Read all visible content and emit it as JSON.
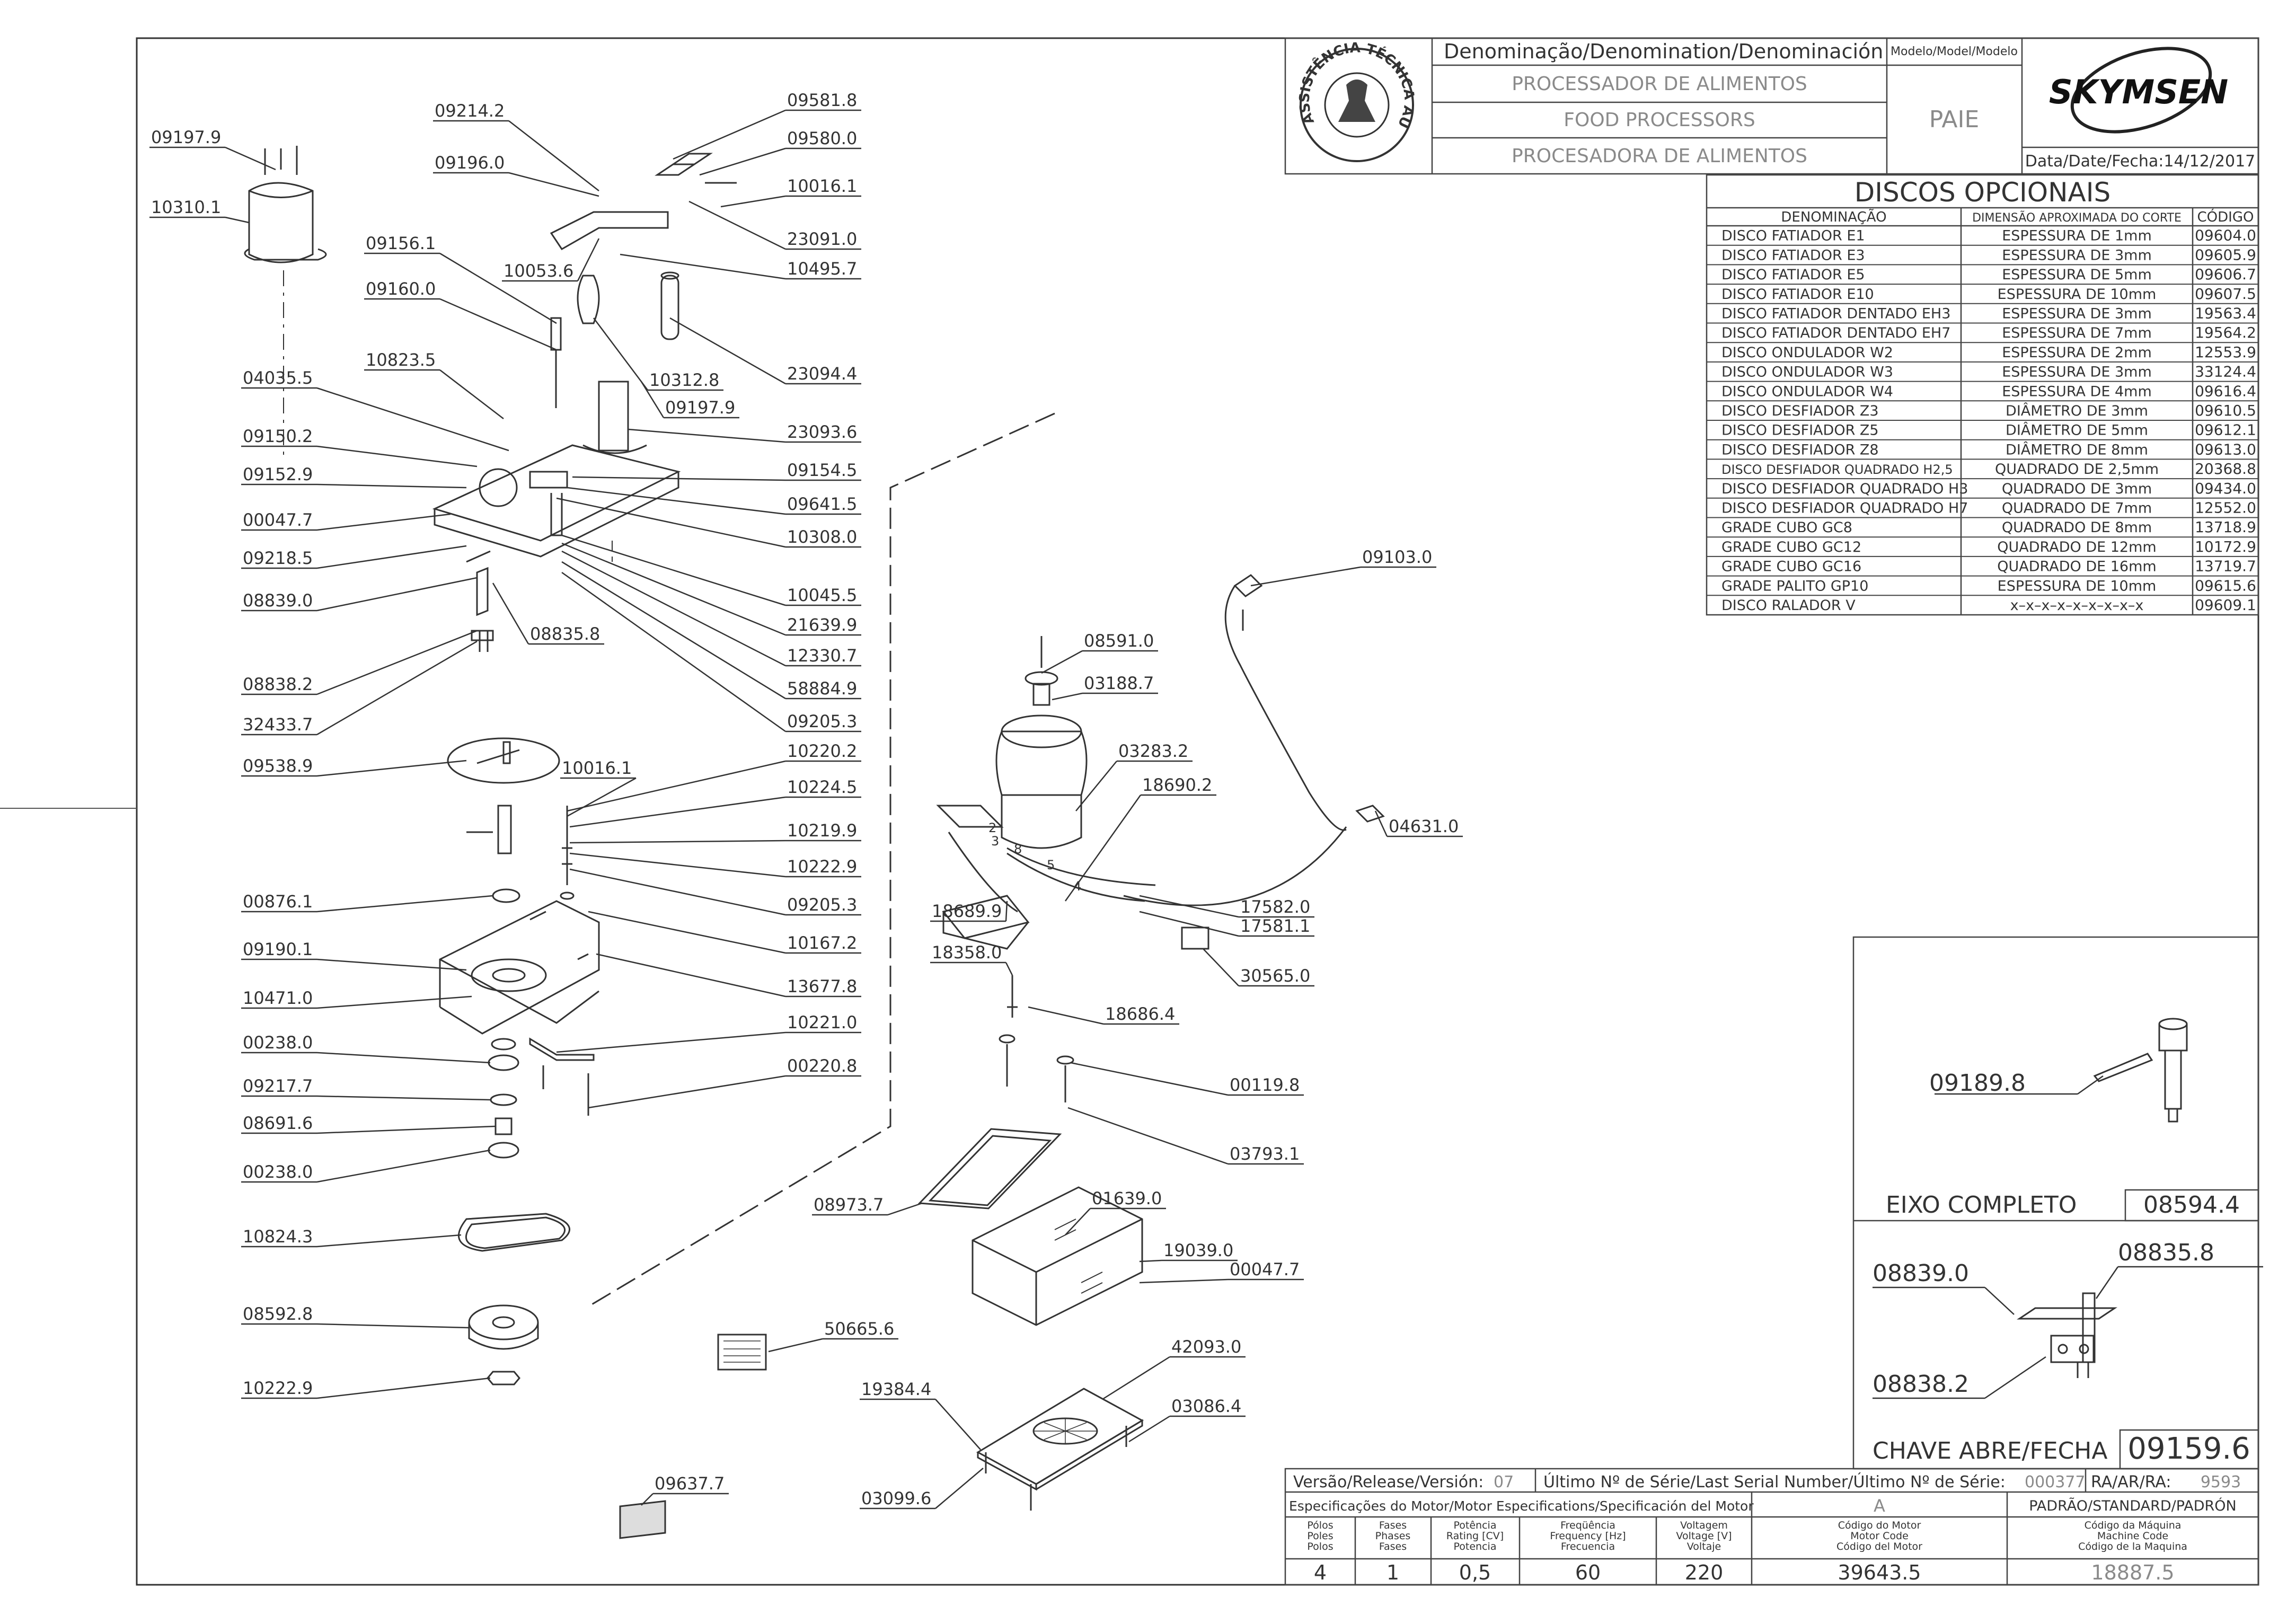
{
  "title_block": {
    "denomination_header": "Denominação/Denomination/Denominación",
    "model_header": "Modelo/Model/Modelo",
    "names": [
      "PROCESSADOR DE ALIMENTOS",
      "FOOD PROCESSORS",
      "PROCESADORA DE ALIMENTOS"
    ],
    "model": "PAIE",
    "brand": "SKYMSEN",
    "date": "Data/Date/Fecha:14/12/2017",
    "seal_text": "ASSISTÊNCIA TÉCNICA AUTORIZADA"
  },
  "optional_discs": {
    "title": "DISCOS OPCIONAIS",
    "headers": [
      "DENOMINAÇÃO",
      "DIMENSÃO APROXIMADA DO CORTE",
      "CÓDIGO"
    ],
    "rows": [
      [
        "DISCO FATIADOR E1",
        "ESPESSURA DE 1mm",
        "09604.0"
      ],
      [
        "DISCO FATIADOR E3",
        "ESPESSURA DE 3mm",
        "09605.9"
      ],
      [
        "DISCO FATIADOR E5",
        "ESPESSURA DE 5mm",
        "09606.7"
      ],
      [
        "DISCO FATIADOR E10",
        "ESPESSURA DE 10mm",
        "09607.5"
      ],
      [
        "DISCO FATIADOR DENTADO EH3",
        "ESPESSURA DE 3mm",
        "19563.4"
      ],
      [
        "DISCO FATIADOR DENTADO EH7",
        "ESPESSURA DE 7mm",
        "19564.2"
      ],
      [
        "DISCO ONDULADOR W2",
        "ESPESSURA DE 2mm",
        "12553.9"
      ],
      [
        "DISCO ONDULADOR W3",
        "ESPESSURA DE 3mm",
        "33124.4"
      ],
      [
        "DISCO ONDULADOR W4",
        "ESPESSURA DE 4mm",
        "09616.4"
      ],
      [
        "DISCO DESFIADOR Z3",
        "DIÂMETRO DE 3mm",
        "09610.5"
      ],
      [
        "DISCO DESFIADOR Z5",
        "DIÂMETRO DE 5mm",
        "09612.1"
      ],
      [
        "DISCO DESFIADOR Z8",
        "DIÂMETRO DE 8mm",
        "09613.0"
      ],
      [
        "DISCO DESFIADOR QUADRADO H2,5",
        "QUADRADO DE 2,5mm",
        "20368.8"
      ],
      [
        "DISCO DESFIADOR QUADRADO H3",
        "QUADRADO DE 3mm",
        "09434.0"
      ],
      [
        "DISCO DESFIADOR QUADRADO H7",
        "QUADRADO DE 7mm",
        "12552.0"
      ],
      [
        "GRADE CUBO GC8",
        "QUADRADO DE 8mm",
        "13718.9"
      ],
      [
        "GRADE CUBO GC12",
        "QUADRADO DE 12mm",
        "10172.9"
      ],
      [
        "GRADE CUBO GC16",
        "QUADRADO DE 16mm",
        "13719.7"
      ],
      [
        "GRADE PALITO GP10",
        "ESPESSURA DE 10mm",
        "09615.6"
      ],
      [
        "DISCO RALADOR V",
        "x–x–x–x–x–x–x–x–x",
        "09609.1"
      ]
    ]
  },
  "detail_boxes": {
    "axle_part": "09189.8",
    "axle_title": "EIXO COMPLETO",
    "axle_code": "08594.4",
    "switch_parts": [
      "08839.0",
      "08835.8",
      "08838.2"
    ],
    "switch_title": "CHAVE ABRE/FECHA",
    "switch_code": "09159.6"
  },
  "footer": {
    "version_label": "Versão/Release/Versión:",
    "version": "07",
    "serial_label": "Último Nº de Série/Last Serial Number/Último Nº de Série:",
    "serial": "000377",
    "ra_label": "RA/AR/RA:",
    "ra": "9593",
    "motor_spec_label": "Especificações do Motor/Motor Especifications/Specificación del Motor",
    "motor_variant": "A",
    "standard_label": "PADRÃO/STANDARD/PADRÓN",
    "columns": [
      {
        "h1": "Pólos",
        "h2": "Poles",
        "h3": "Polos",
        "value": "4"
      },
      {
        "h1": "Fases",
        "h2": "Phases",
        "h3": "Fases",
        "value": "1"
      },
      {
        "h1": "Potência",
        "h2": "Rating [CV]",
        "h3": "Potencia",
        "value": "0,5"
      },
      {
        "h1": "Freqüência",
        "h2": "Frequency [Hz]",
        "h3": "Frecuencia",
        "value": "60"
      },
      {
        "h1": "Voltagem",
        "h2": "Voltage [V]",
        "h3": "Voltaje",
        "value": "220"
      },
      {
        "h1": "Código do Motor",
        "h2": "Motor Code",
        "h3": "Código del Motor",
        "value": "39643.5"
      },
      {
        "h1": "Código da Máquina",
        "h2": "Machine Code",
        "h3": "Código de la Maquina",
        "value": "18887.5"
      }
    ]
  },
  "callouts": {
    "left": [
      "09197.9",
      "10310.1",
      "09214.2",
      "09196.0",
      "09156.1",
      "09160.0",
      "10823.5",
      "04035.5",
      "09150.2",
      "09152.9",
      "00047.7",
      "09218.5",
      "08839.0",
      "08835.8",
      "08838.2",
      "32433.7",
      "09538.9",
      "10016.1",
      "00876.1",
      "09190.1",
      "10471.0",
      "00238.0",
      "09217.7",
      "08691.6",
      "00238.0",
      "10824.3",
      "08592.8",
      "10222.9",
      "09637.7",
      "50665.6"
    ],
    "right_top": [
      "09581.8",
      "09580.0",
      "10016.1",
      "23091.0",
      "10053.6",
      "10495.7",
      "10312.8",
      "09197.9",
      "23094.4",
      "23093.6",
      "09154.5",
      "09641.5",
      "10308.0",
      "10045.5",
      "21639.9",
      "12330.7",
      "58884.9",
      "09205.3"
    ],
    "right_mid": [
      "10220.2",
      "10224.5",
      "10219.9",
      "10222.9",
      "09205.3",
      "10167.2",
      "13677.8",
      "10221.0",
      "00220.8"
    ],
    "motor": [
      "09103.0",
      "08591.0",
      "03188.7",
      "03283.2",
      "18690.2",
      "04631.0",
      "17582.0",
      "17581.1",
      "18689.9",
      "18358.0",
      "30565.0",
      "18686.4",
      "00119.8",
      "03793.1"
    ],
    "base": [
      "08973.7",
      "01639.0",
      "19039.0",
      "00047.7",
      "42093.0",
      "19384.4",
      "03086.4",
      "03099.6"
    ]
  },
  "wire_numbers": [
    "2",
    "3",
    "8",
    "5",
    "4"
  ]
}
